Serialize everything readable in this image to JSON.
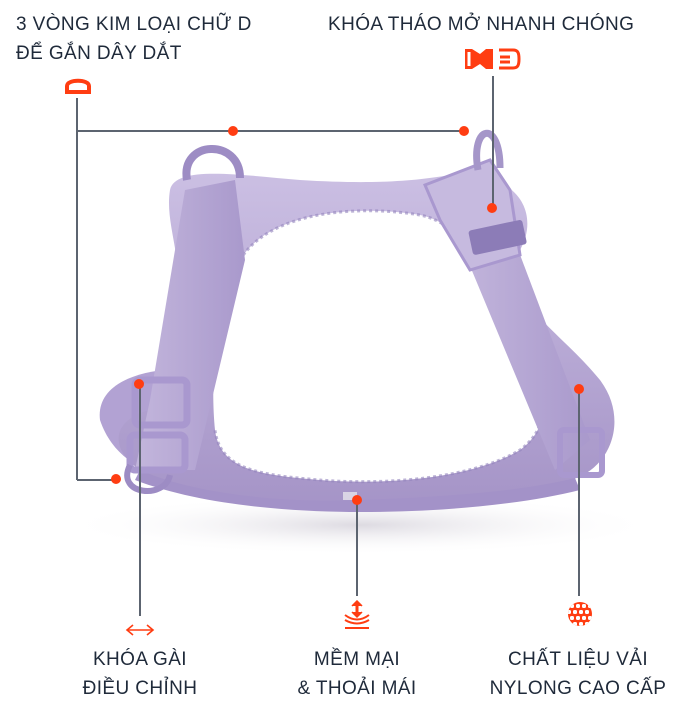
{
  "accent_color": "#ff3d12",
  "text_color": "#1f2a3a",
  "harness_color": "#b3a4d2",
  "features": {
    "d_rings": {
      "line1": "3 VÒNG KIM LOẠI CHỮ D",
      "line2": "ĐỂ GẮN DÂY DẮT",
      "icon": "d-ring-icon"
    },
    "quick_release": {
      "line1": "KHÓA THÁO MỞ NHANH CHÓNG",
      "icon": "buckle-icon"
    },
    "adjustable_buckle": {
      "line1": "KHÓA GÀI",
      "line2": "ĐIỀU CHỈNH",
      "icon": "double-arrow-icon"
    },
    "soft_comfort": {
      "line1": "MỀM MẠI",
      "line2": "& THOẢI MÁI",
      "icon": "cushion-press-icon"
    },
    "nylon_material": {
      "line1": "CHẤT LIỆU VẢI",
      "line2": "NYLONG CAO CẤP",
      "icon": "woven-fabric-icon"
    }
  }
}
